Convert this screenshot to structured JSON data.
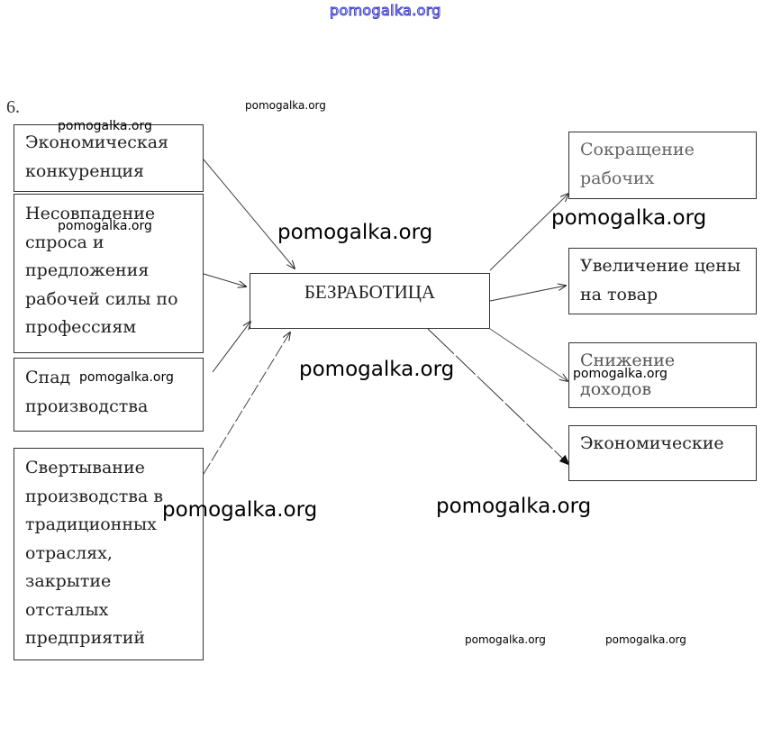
{
  "task_number": "6.",
  "center": {
    "label": "БЕЗРАБОТИЦА"
  },
  "causes": [
    {
      "id": "competition",
      "lines": [
        "Экономическая",
        "конкуренция"
      ]
    },
    {
      "id": "mismatch",
      "lines": [
        "Несовпадение",
        "спроса и",
        "предложения",
        "рабочей силы по",
        "профессиям"
      ]
    },
    {
      "id": "decline",
      "lines": [
        "Спад",
        "производства"
      ]
    },
    {
      "id": "curtailment",
      "lines": [
        "Свертывание",
        "производства в",
        "традиционных",
        "отраслях,",
        "закрытие",
        "отсталых",
        "предприятий"
      ]
    }
  ],
  "consequences": [
    {
      "id": "layoffs",
      "lines": [
        "Сокращение",
        "рабочих"
      ]
    },
    {
      "id": "price-increase",
      "lines": [
        "Увеличение цены",
        "на товар"
      ]
    },
    {
      "id": "income-decrease",
      "lines": [
        "Снижение",
        "доходов"
      ]
    },
    {
      "id": "economic",
      "lines": [
        "Экономические"
      ]
    }
  ],
  "watermarks": {
    "top": "pomogalka.org",
    "items": [
      "pomogalka.org",
      "pomogalka.org",
      "pomogalka.org",
      "pomogalka.org",
      "pomogalka.org",
      "pomogalka.org",
      "pomogalka.org",
      "pomogalka.org",
      "pomogalka.org",
      "pomogalka.org",
      "pomogalka.org",
      "pomogalka.org"
    ]
  }
}
